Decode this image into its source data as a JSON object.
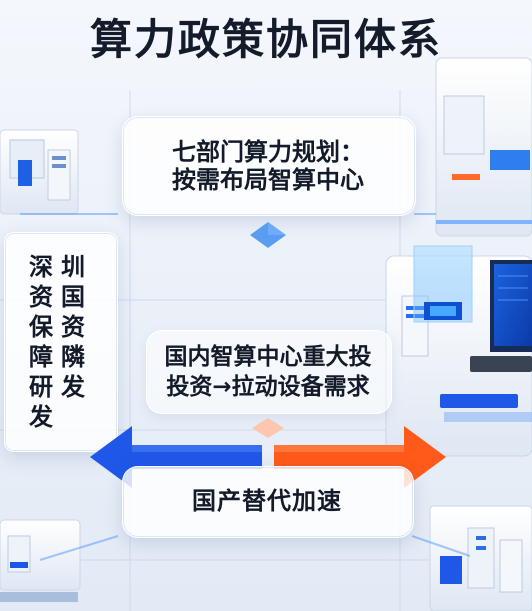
{
  "title": "算力政策协同体系",
  "top_card": {
    "line1": "七部门算力规划：",
    "line2": "按需布局智算中心"
  },
  "middle_card": {
    "line1": "国内智算中心重大投",
    "line2": "投资→拉动设备需求"
  },
  "bottom_card": {
    "label": "国产替代加速"
  },
  "left_panel": {
    "col1": [
      "深",
      "资",
      "保",
      "障",
      "研",
      "发"
    ],
    "col2": [
      "圳",
      "国",
      "资",
      "隣",
      "发"
    ]
  },
  "colors": {
    "accent_blue": "#1f57e8",
    "accent_orange": "#ff5a1a",
    "diamond_blue": "#3f8ef2",
    "diamond_orange": "#ffc2a6",
    "text": "#131a29"
  },
  "icons": [
    "server-rack-icon",
    "monitor-icon",
    "chip-icon",
    "keyboard-icon"
  ]
}
